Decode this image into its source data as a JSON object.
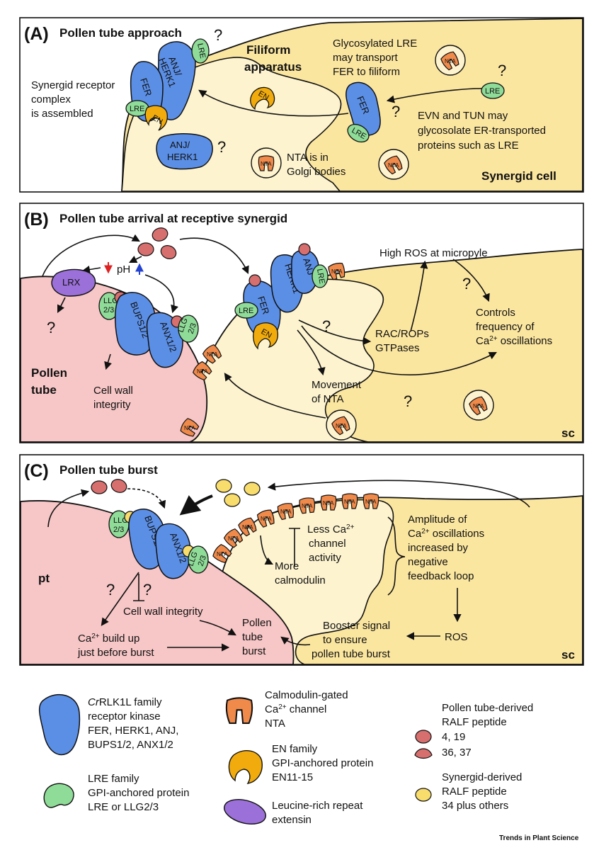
{
  "panelA": {
    "letter": "(A)",
    "title": "Pollen tube approach",
    "filiform_line1": "Filiform",
    "filiform_line2": "apparatus",
    "synergid_cell": "Synergid cell",
    "complex_text": [
      "Synergid receptor",
      "complex",
      "is assembled"
    ],
    "lre_text": [
      "Glycosylated LRE",
      "may transport",
      "FER to filiform"
    ],
    "evn_text": [
      "EVN and TUN may",
      "glycosolate ER-transported",
      "proteins such as LRE"
    ],
    "nta_text": [
      "NTA is in",
      "Golgi bodies"
    ],
    "labels": {
      "anj_herk1": [
        "ANJ/",
        "HERK1"
      ],
      "fer": "FER",
      "lre": "LRE",
      "en": "EN",
      "nta": "NTA"
    },
    "question": "?"
  },
  "panelB": {
    "letter": "(B)",
    "title": "Pollen tube arrival at receptive synergid",
    "ph": "pH",
    "high_ros": "High ROS at micropyle",
    "controls": [
      "Controls",
      "frequency of",
      "Ca",
      "2+",
      " oscillations"
    ],
    "rac": [
      "RAC/ROPs",
      "GTPases"
    ],
    "movement": [
      "Movement",
      "of NTA"
    ],
    "pollen_tube": [
      "Pollen",
      "tube"
    ],
    "cell_wall": [
      "Cell wall",
      "integrity"
    ],
    "sc": "sc",
    "labels": {
      "lrx": "LRX",
      "llg": [
        "LLG",
        "2/3"
      ],
      "bups": "BUPS1/2",
      "anx": "ANX1/2",
      "fer": "FER",
      "herk1": "HERK1",
      "anj": "ANJ",
      "lre": "LRE",
      "en": "EN",
      "nta": "NTA"
    },
    "question": "?"
  },
  "panelC": {
    "letter": "(C)",
    "title": "Pollen tube burst",
    "pt": "pt",
    "sc": "sc",
    "less_ca": [
      "Less Ca",
      "2+",
      "channel",
      "activity"
    ],
    "more_calmodulin": [
      "More",
      "calmodulin"
    ],
    "amplitude": [
      "Amplitude of",
      "Ca",
      "2+",
      " oscillations",
      "increased by",
      "negative",
      "feedback loop"
    ],
    "ros": "ROS",
    "booster": [
      "Booster signal",
      "to ensure",
      "pollen tube burst"
    ],
    "cell_wall_integrity": "Cell wall integrity",
    "ca_build": [
      "Ca",
      "2+",
      " build up",
      "just before burst"
    ],
    "pollen_tube_burst": [
      "Pollen",
      "tube",
      "burst"
    ],
    "labels": {
      "llg": [
        "LLG",
        "2/3"
      ],
      "bups": "BUPS1/2",
      "anx": "ANX1/2",
      "nta": "NTA"
    },
    "question": "?"
  },
  "legend": {
    "crrlk1l": [
      "CrRLK1L family",
      "receptor kinase",
      "FER, HERK1, ANJ,",
      "BUPS1/2, ANX1/2"
    ],
    "lre": [
      "LRE family",
      "GPI-anchored protein",
      "LRE or LLG2/3"
    ],
    "nta": [
      "Calmodulin-gated",
      "Ca",
      "2+",
      " channel",
      "NTA"
    ],
    "en": [
      "EN family",
      "GPI-anchored protein",
      "EN11-15"
    ],
    "lrx": [
      "Leucine-rich repeat",
      "extensin"
    ],
    "ralf_pt": [
      "Pollen tube-derived",
      "RALF peptide",
      "4, 19",
      "36, 37"
    ],
    "ralf_syn": [
      "Synergid-derived",
      "RALF peptide",
      "34 plus others"
    ]
  },
  "credit": "Trends in Plant Science",
  "colors": {
    "receptor_blue": "#5b8fe6",
    "lre_green": "#8fdc98",
    "en_orange": "#f2ab0c",
    "nta_orange": "#f08a4a",
    "lrx_purple": "#9b70d8",
    "ralf_red": "#d86f6f",
    "ralf_yellow": "#f8dc6c",
    "synergid_yellow": "#fbe6a0",
    "cytoplasm_cream": "#fdf3cf",
    "pollen_pink": "#f7c6c6"
  }
}
